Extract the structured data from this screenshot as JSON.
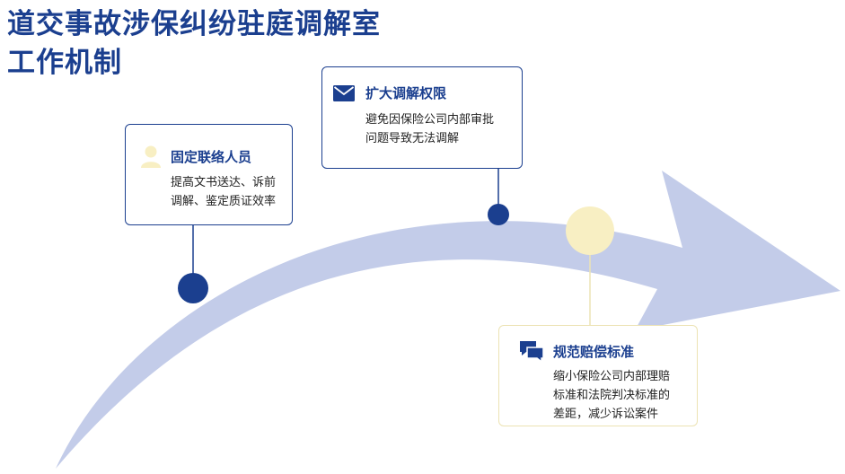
{
  "title": {
    "line1": "道交事故涉保纠纷驻庭调解室",
    "line2": "工作机制"
  },
  "colors": {
    "navy": "#1b3f8f",
    "arrow": "#c3cce9",
    "yellow_dot": "#f8efc3",
    "yellow_border": "#ece3b4"
  },
  "cards": [
    {
      "icon": "person-icon",
      "title": "固定联络人员",
      "desc": [
        "提高文书送达、诉前",
        "调解、鉴定质证效率"
      ]
    },
    {
      "icon": "envelope-icon",
      "title": "扩大调解权限",
      "desc": [
        "避免因保险公司内部审批",
        "问题导致无法调解"
      ]
    },
    {
      "icon": "chat-bubbles-icon",
      "title": "规范赔偿标准",
      "desc": [
        "缩小保险公司内部理赔",
        "标准和法院判决标准的",
        "差距，减少诉讼案件"
      ]
    }
  ]
}
